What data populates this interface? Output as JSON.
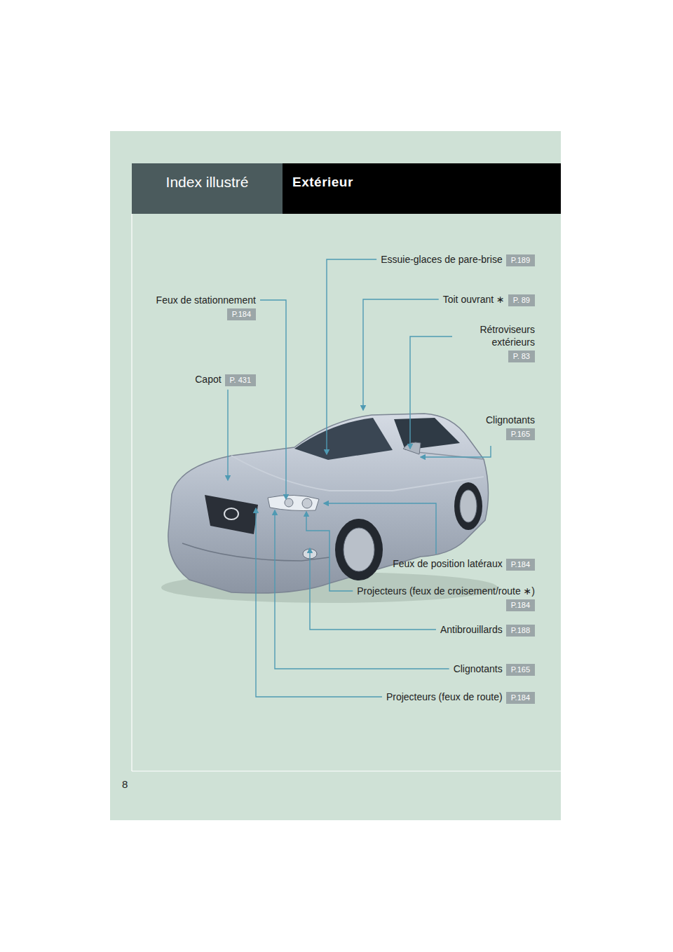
{
  "diagram": {
    "title": "Index illustré",
    "nodes": [
      {
        "text": [
          "Essuie-glaces de pare-brise",
          "P.189"
        ]
      },
      {
        "text": [
          "Feux de stationnement",
          "P.184"
        ]
      },
      {
        "text": [
          "Toit ouvrant ∗",
          "P. 89"
        ]
      },
      {
        "text": [
          "Rétroviseurs extérieurs",
          "P. 83"
        ]
      },
      {
        "text": [
          "Capot",
          "P. 431"
        ]
      },
      {
        "text": [
          "Clignotants",
          "P.165"
        ]
      },
      {
        "text": [
          "Feux de position latéraux",
          "P.184"
        ]
      },
      {
        "text": [
          "Projecteurs (feux de croisement/route ∗)",
          "P.184"
        ]
      },
      {
        "text": [
          "Antibrouillards",
          "P.188"
        ]
      },
      {
        "text": [
          "Clignotants",
          "P.165"
        ]
      },
      {
        "text": [
          "Projecteurs (feux de route)",
          "P.184"
        ]
      }
    ],
    "labels": [
      "Extérieur",
      "8"
    ]
  }
}
